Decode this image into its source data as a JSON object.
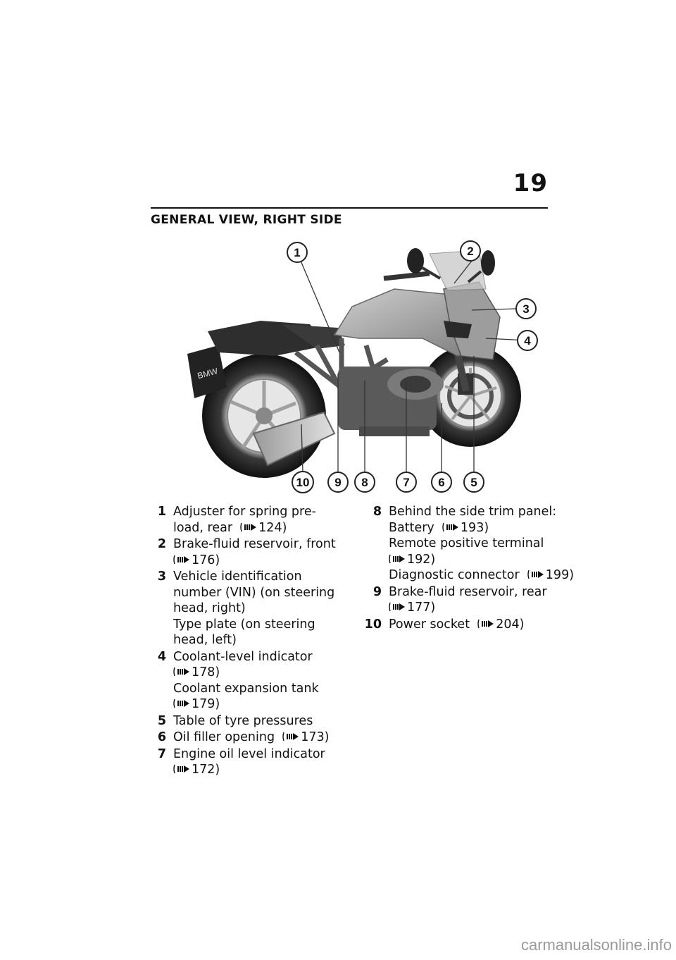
{
  "page": {
    "number": "19",
    "title": "GENERAL VIEW, RIGHT SIDE"
  },
  "figure": {
    "callouts": [
      "1",
      "2",
      "3",
      "4",
      "5",
      "6",
      "7",
      "8",
      "9",
      "10"
    ],
    "plate_text": "BMW"
  },
  "items_left": [
    {
      "num": "1",
      "lines": [
        "Adjuster for spring pre-",
        "load, rear"
      ],
      "ref": "124"
    },
    {
      "num": "2",
      "lines": [
        "Brake-fluid reservoir, front"
      ],
      "ref": "176"
    },
    {
      "num": "3",
      "lines": [
        "Vehicle identification",
        "number (VIN) (on steering",
        "head, right)",
        "Type plate (on steering",
        "head, left)"
      ],
      "ref": ""
    },
    {
      "num": "4",
      "lines": [
        "Coolant-level indicator"
      ],
      "ref": "178",
      "extra_lines": [
        "Coolant expansion tank"
      ],
      "extra_ref": "179"
    },
    {
      "num": "5",
      "lines": [
        "Table of tyre pressures"
      ],
      "ref": ""
    },
    {
      "num": "6",
      "lines": [
        "Oil filler opening"
      ],
      "ref": "173"
    },
    {
      "num": "7",
      "lines": [
        "Engine oil level indicator"
      ],
      "ref": "172"
    }
  ],
  "items_right": [
    {
      "num": "8",
      "lines": [
        "Behind the side trim panel:",
        "Battery"
      ],
      "ref": "193",
      "extra_lines": [
        "Remote positive terminal"
      ],
      "extra_ref": "192",
      "extra2_lines": [
        "Diagnostic connector"
      ],
      "extra2_ref": "199"
    },
    {
      "num": "9",
      "lines": [
        "Brake-fluid reservoir, rear"
      ],
      "ref": "177"
    },
    {
      "num": "10",
      "lines": [
        "Power socket"
      ],
      "ref": "204"
    }
  ],
  "footer": {
    "watermark": "carmanualsonline.info"
  },
  "icons": {
    "ref_arrow": "page-reference-arrow-icon"
  }
}
